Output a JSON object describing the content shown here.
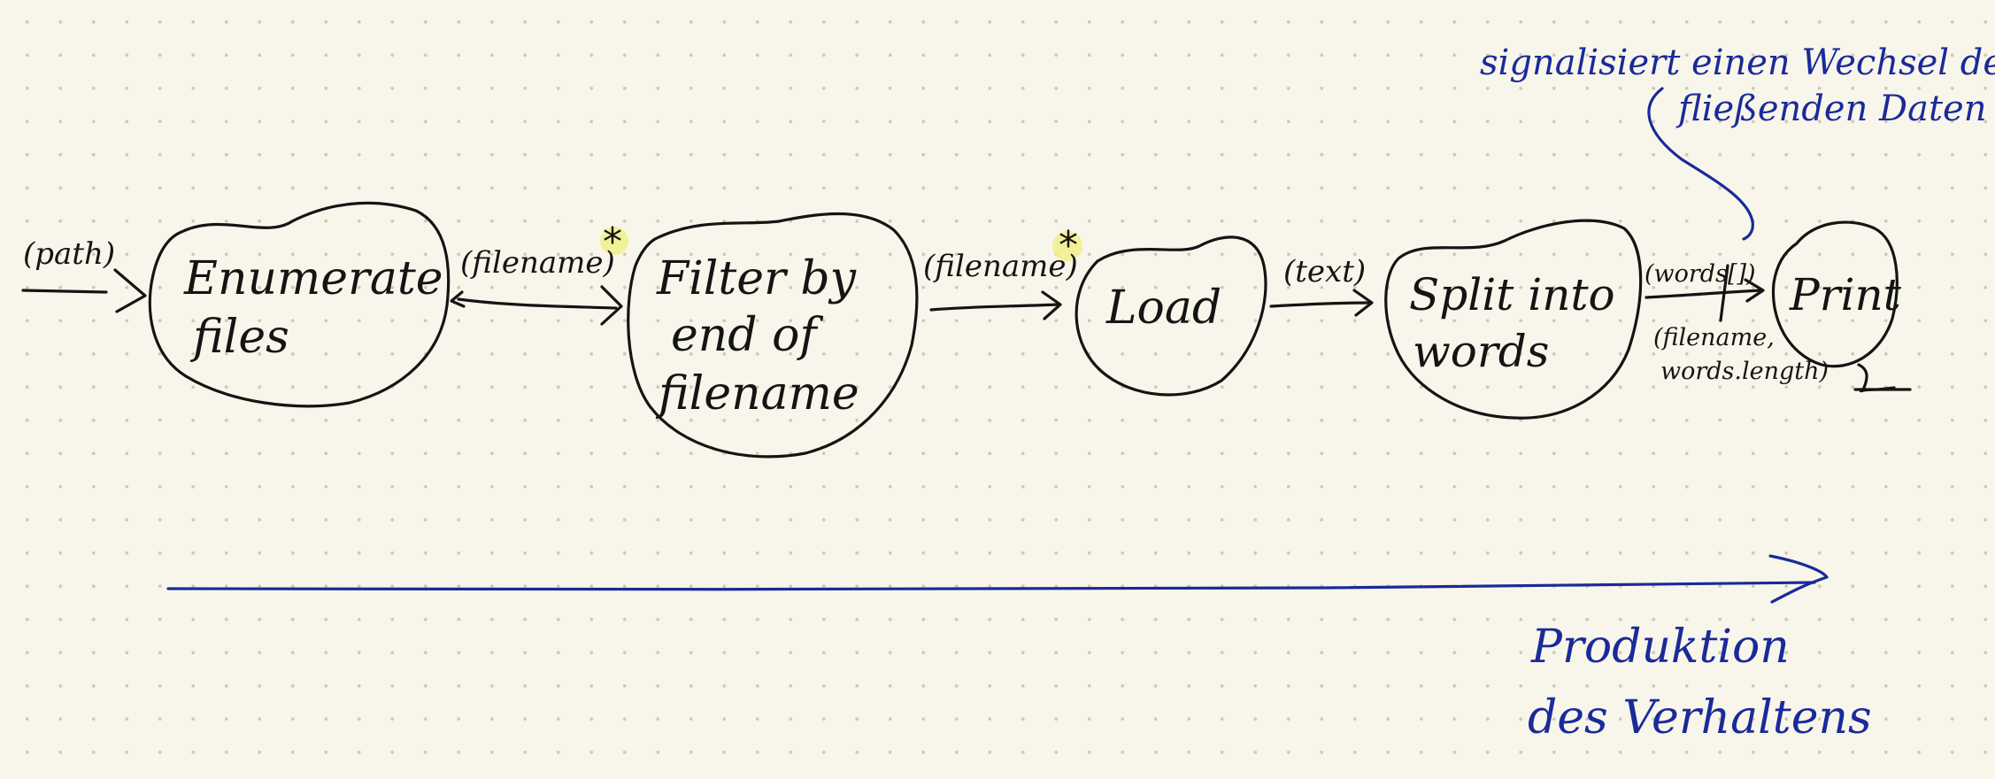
{
  "nodes": {
    "enumerate": {
      "line1": "Enumerate",
      "line2": "files"
    },
    "filter": {
      "line1": "Filter by",
      "line2": "end of",
      "line3": "filename"
    },
    "load": {
      "label": "Load"
    },
    "split": {
      "line1": "Split into",
      "line2": "words"
    },
    "print": {
      "label": "Print"
    }
  },
  "edges": {
    "input": "(path)",
    "enumerate_to_filter": "(filename)",
    "filter_to_load": "(filename)",
    "load_to_split": "(text)",
    "split_to_print": "(words[])",
    "split_to_print_alt_line1": "(filename,",
    "split_to_print_alt_line2": "words.length)"
  },
  "markers": {
    "star": "*"
  },
  "annotations": {
    "signal_change": {
      "line1": "signalisiert einen Wechsel der",
      "line2": "fließenden Daten"
    },
    "production": {
      "line1": "Produktion",
      "line2": "des Verhaltens"
    }
  },
  "colors": {
    "paper": "#f8f6ea",
    "ink": "#141414",
    "blue_ink": "#1a2a9a",
    "highlight": "#f1ee8a"
  }
}
